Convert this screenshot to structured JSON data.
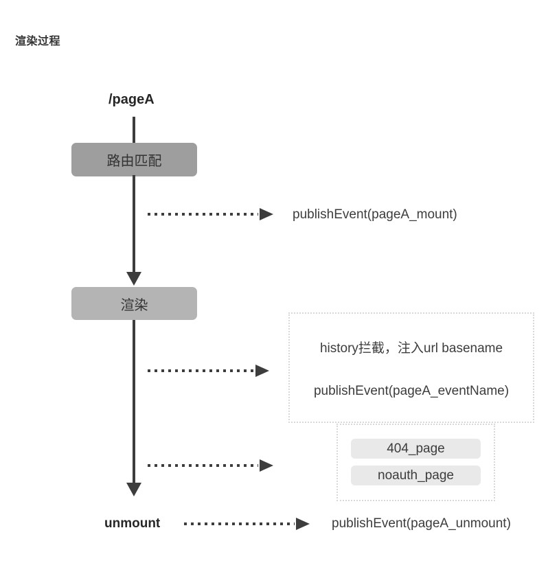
{
  "title": "渲染过程",
  "flow": {
    "entry_label": "/pageA",
    "boxes": [
      {
        "label": "路由匹配",
        "tone": "dark"
      },
      {
        "label": "渲染",
        "tone": "light"
      }
    ],
    "end_label": "unmount"
  },
  "events": [
    {
      "label": "publishEvent(pageA_mount)"
    },
    {
      "label": "publishEvent(pageA_unmount)"
    }
  ],
  "panels": [
    {
      "lines": [
        "history拦截，注入url basename",
        "publishEvent(pageA_eventName)"
      ]
    },
    {
      "pills": [
        "404_page",
        "noauth_page"
      ]
    }
  ],
  "colors": {
    "box_dark": "#9e9e9e",
    "box_light": "#b4b4b4",
    "line": "#3d3d3d",
    "pill": "#e9e9e9",
    "panel_border": "#d8d8d8",
    "text": "#3c3c3c"
  }
}
